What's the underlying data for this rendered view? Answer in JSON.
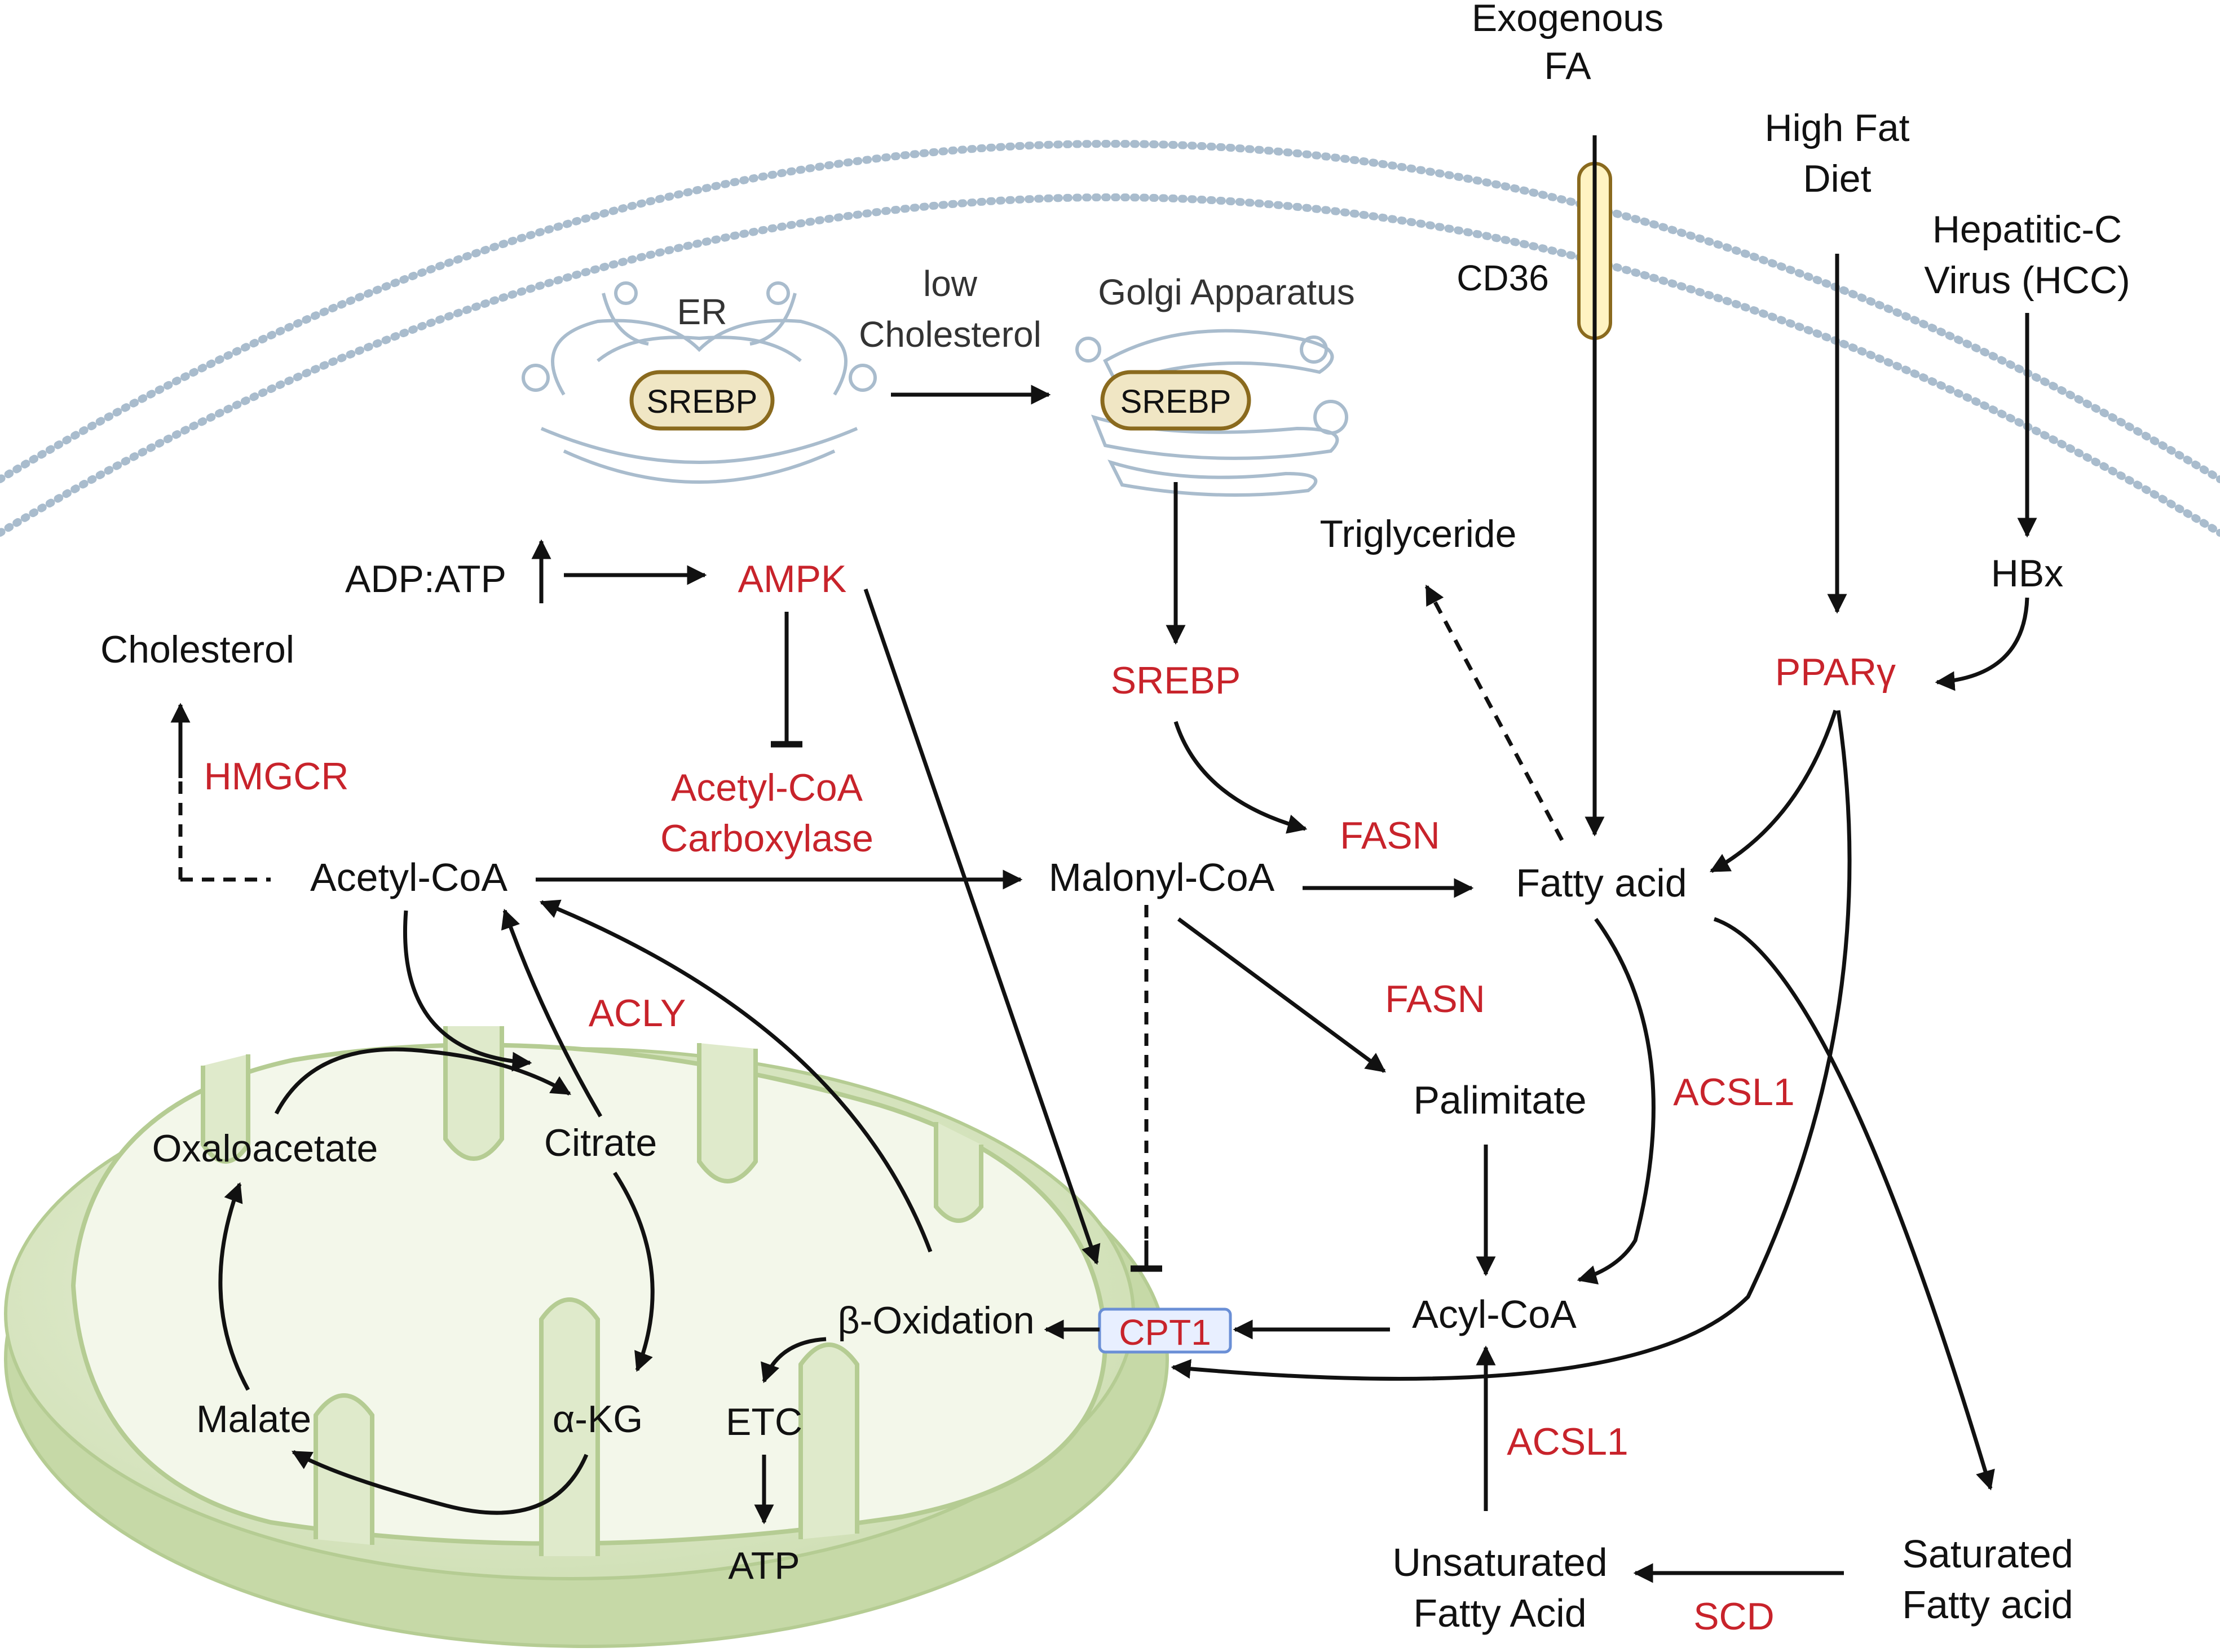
{
  "inputs": {
    "exogenous_fa": [
      "Exogenous",
      "FA"
    ],
    "high_fat_diet": [
      "High Fat",
      "Diet"
    ],
    "hcv": [
      "Hepatitic-C",
      "Virus (HCC)"
    ]
  },
  "organelles": {
    "er": "ER",
    "golgi": "Golgi Apparatus",
    "low_cholesterol": [
      "low",
      "Cholesterol"
    ],
    "srebp_er": "SREBP",
    "srebp_golgi": "SREBP",
    "cd36": "CD36"
  },
  "nodes": {
    "adp_atp": "ADP:ATP",
    "ampk": "AMPK",
    "cholesterol": "Cholesterol",
    "hmgcr": "HMGCR",
    "acetyl_coa_carboxylase": [
      "Acetyl-CoA",
      "Carboxylase"
    ],
    "acetyl_coa": "Acetyl-CoA",
    "srebp": "SREBP",
    "fasn_1": "FASN",
    "malonyl_coa": "Malonyl-CoA",
    "fatty_acid": "Fatty acid",
    "triglyceride": "Triglyceride",
    "hbx": "HBx",
    "ppar_gamma": "PPARγ",
    "acly": "ACLY",
    "fasn_2": "FASN",
    "palimitate": "Palimitate",
    "acsl1_1": "ACSL1",
    "acyl_coa": "Acyl-CoA",
    "cpt1": "CPT1",
    "acsl1_2": "ACSL1",
    "unsaturated_fa": [
      "Unsaturated",
      "Fatty Acid"
    ],
    "scd": "SCD",
    "saturated_fa": [
      "Saturated",
      "Fatty acid"
    ]
  },
  "mitochondrion": {
    "oxaloacetate": "Oxaloacetate",
    "citrate": "Citrate",
    "malate": "Malate",
    "alpha_kg": "α-KG",
    "beta_oxidation": "β-Oxidation",
    "etc": "ETC",
    "atp": "ATP"
  },
  "colors": {
    "enzyme_red": "#c8232b",
    "membrane": "#a9bccd",
    "mito_fill": "#dfeacb",
    "mito_stroke": "#b5cc93",
    "srebp_fill": "#f0e6c4",
    "srebp_stroke": "#8a6a1e",
    "cd36_fill": "#fff3c2",
    "cpt1_stroke": "#6a8fd6"
  }
}
